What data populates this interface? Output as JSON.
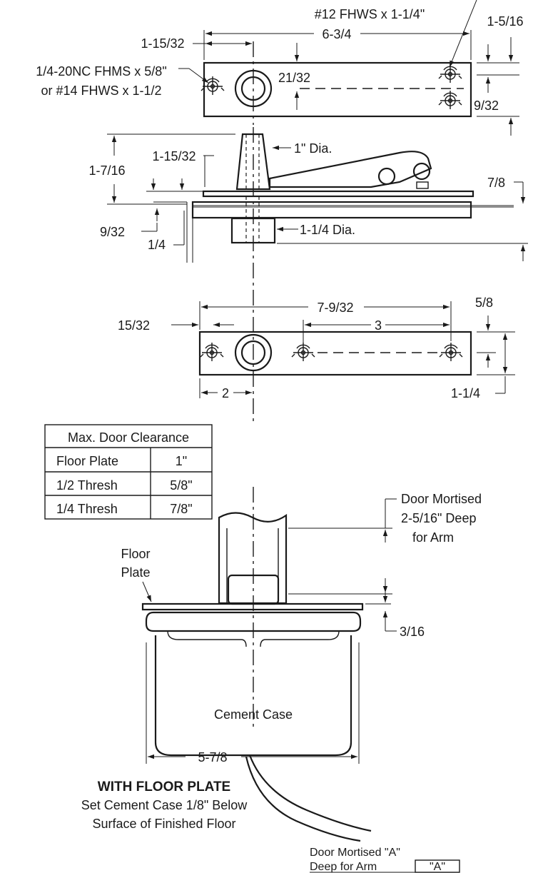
{
  "labels": {
    "screw_top": "#12 FHWS x 1-1/4\"",
    "screw_left_1": "1/4-20NC FHMS x 5/8\"",
    "screw_left_2": "or #14 FHWS x 1-1/2",
    "dim_1_5_16": "1-5/16",
    "dim_1_15_32_top": "1-15/32",
    "dim_6_3_4": "6-3/4",
    "dim_21_32": "21/32",
    "dim_9_32_right": "9/32",
    "dim_1_7_16": "1-7/16",
    "dim_1_15_32_mid": "1-15/32",
    "dim_1_dia": "1\" Dia.",
    "dim_7_8": "7/8",
    "dim_9_32_left": "9/32",
    "dim_1_1_4_dia": "1-1/4 Dia.",
    "dim_1_4": "1/4",
    "dim_5_8": "5/8",
    "dim_7_9_32": "7-9/32",
    "dim_15_32": "15/32",
    "dim_3": "3",
    "dim_1_1_4": "1-1/4",
    "dim_2": "2",
    "door_mortised_1": "Door Mortised",
    "door_mortised_2": "2-5/16\" Deep",
    "door_mortised_3": "for Arm",
    "floor_plate_1": "Floor",
    "floor_plate_2": "Plate",
    "dim_3_16": "3/16",
    "cement_case": "Cement Case",
    "dim_5_7_8": "5-7/8",
    "with_floor_plate": "WITH FLOOR PLATE",
    "set_cement_1": "Set Cement Case 1/8\" Below",
    "set_cement_2": "Surface of Finished Floor",
    "legend_line1": "Door Mortised \"A\"",
    "legend_line2": "Deep for Arm",
    "legend_box": "\"A\""
  },
  "clearance_table": {
    "title": "Max. Door Clearance",
    "rows": [
      {
        "label": "Floor Plate",
        "value": "1\""
      },
      {
        "label": "1/2 Thresh",
        "value": "5/8\""
      },
      {
        "label": "1/4 Thresh",
        "value": "7/8\""
      }
    ]
  }
}
